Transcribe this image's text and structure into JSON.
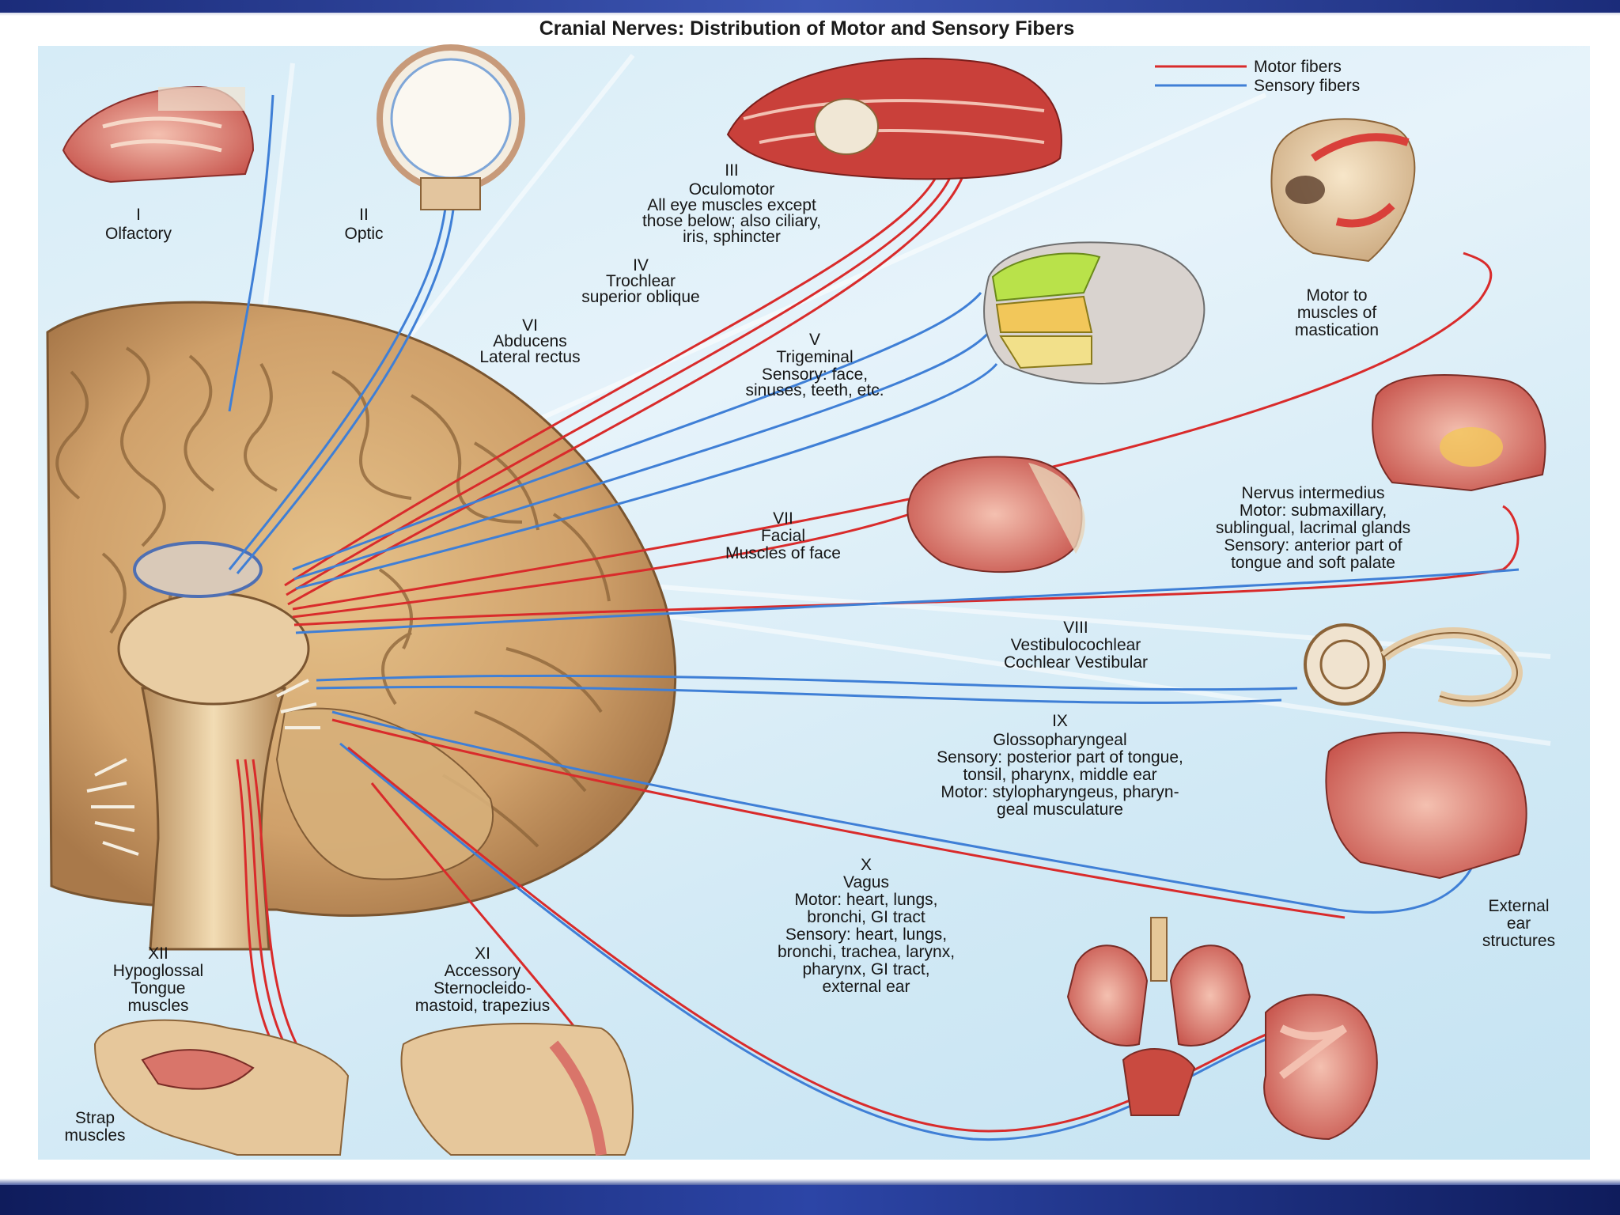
{
  "title": "Cranial Nerves: Distribution of Motor and Sensory Fibers",
  "legend": {
    "motor": "Motor fibers",
    "sensory": "Sensory fibers",
    "motor_color": "#d92b2b",
    "sensory_color": "#3f7fd6"
  },
  "nerves": {
    "olfactory": {
      "numeral": "I",
      "name": "Olfactory"
    },
    "optic": {
      "numeral": "II",
      "name": "Optic"
    },
    "oculomotor": {
      "numeral": "III",
      "name": "Oculomotor",
      "desc1": "All eye muscles except",
      "desc2": "those below; also ciliary,",
      "desc3": "iris, sphincter"
    },
    "trochlear": {
      "numeral": "IV",
      "name": "Trochlear",
      "desc1": "superior oblique"
    },
    "abducens": {
      "numeral": "VI",
      "name": "Abducens",
      "desc1": "Lateral rectus"
    },
    "trigeminal": {
      "numeral": "V",
      "name": "Trigeminal",
      "desc1": "Sensory: face,",
      "desc2": "sinuses, teeth, etc."
    },
    "trigeminal_motor": {
      "desc1": "Motor to",
      "desc2": "muscles of",
      "desc3": "mastication"
    },
    "intermedius": {
      "desc1": "Nervus intermedius",
      "desc2": "Motor: submaxillary,",
      "desc3": "sublingual, lacrimal glands",
      "desc4": "Sensory: anterior part of",
      "desc5": "tongue and soft palate"
    },
    "facial": {
      "numeral": "VII",
      "name": "Facial",
      "desc1": "Muscles of face"
    },
    "vestibulocochlear": {
      "numeral": "VIII",
      "name": "Vestibulocochlear",
      "desc1": "Cochlear  Vestibular"
    },
    "glossopharyngeal": {
      "numeral": "IX",
      "name": "Glossopharyngeal",
      "desc1": "Sensory: posterior part of tongue,",
      "desc2": "tonsil, pharynx, middle ear",
      "desc3": "Motor: stylopharyngeus, pharyn-",
      "desc4": "geal musculature"
    },
    "vagus": {
      "numeral": "X",
      "name": "Vagus",
      "desc1": "Motor: heart, lungs,",
      "desc2": "bronchi, GI tract",
      "desc3": "Sensory: heart, lungs,",
      "desc4": "bronchi, trachea, larynx,",
      "desc5": "pharynx, GI tract,",
      "desc6": "external ear"
    },
    "hypoglossal": {
      "numeral": "XII",
      "name": "Hypoglossal",
      "desc1": "Tongue",
      "desc2": "muscles"
    },
    "accessory": {
      "numeral": "XI",
      "name": "Accessory",
      "desc1": "Sternocleido-",
      "desc2": "mastoid, trapezius"
    }
  },
  "corner_left": {
    "line1": "Strap",
    "line2": "muscles"
  },
  "corner_right": {
    "line1": "External",
    "line2": "ear",
    "line3": "structures"
  }
}
